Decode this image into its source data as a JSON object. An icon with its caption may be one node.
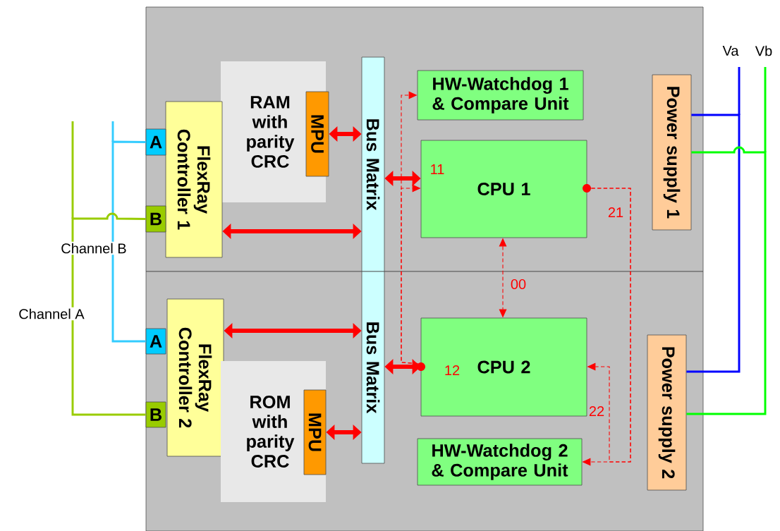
{
  "diagram": {
    "nodes": [
      {
        "text": [],
        "shape": "box"
      },
      {
        "text": [],
        "shape": "box"
      },
      {
        "text": [
          "RAM with parity CRC"
        ],
        "in": 0
      },
      {
        "text": [
          "MPU"
        ],
        "in": 2
      },
      {
        "text": [
          "Bus Matrix"
        ],
        "in": 0
      },
      {
        "text": [
          "FlexRay Controller 1"
        ],
        "in": 0
      },
      {
        "text": [
          "A"
        ],
        "in": 0
      },
      {
        "text": [
          "B"
        ],
        "in": 0
      },
      {
        "text": [
          "HW-Watchdog 1 & Compare Unit"
        ],
        "in": 0
      },
      {
        "text": [
          "CPU 1"
        ],
        "in": 0
      },
      {
        "text": [
          "Power supply 1"
        ],
        "in": 0
      },
      {
        "text": [
          "FlexRay Controller 2"
        ],
        "in": 1
      },
      {
        "text": [
          "A"
        ],
        "in": 1
      },
      {
        "text": [
          "B"
        ],
        "in": 1
      },
      {
        "text": [
          "Bus Matrix"
        ],
        "in": 1
      },
      {
        "text": [
          "ROM with parity CRC"
        ],
        "in": 1
      },
      {
        "text": [
          "MPU"
        ],
        "in": 15
      },
      {
        "text": [
          "CPU 2"
        ],
        "in": 1
      },
      {
        "text": [
          "HW-Watchdog 2 & Compare Unit"
        ],
        "in": 1
      },
      {
        "text": [
          "Power supply 2"
        ],
        "in": 1
      },
      {
        "text": [],
        "shape": "circle",
        "in": 1
      },
      {
        "text": [],
        "shape": "circle",
        "in": 0
      }
    ],
    "edges": [
      {
        "from": 3,
        "to": 4,
        "arrow": "both",
        "style": "thick"
      },
      {
        "from": 4,
        "to": 9,
        "arrow": "both",
        "style": "thick"
      },
      {
        "from": 5,
        "to": 4,
        "arrow": "both",
        "style": "thick"
      },
      {
        "from": 11,
        "to": 14,
        "arrow": "both",
        "style": "thick"
      },
      {
        "from": 14,
        "to": 17,
        "arrow": "both",
        "style": "thick"
      },
      {
        "from": 16,
        "to": 14,
        "arrow": "both",
        "style": "thick"
      },
      {
        "from": 20,
        "to": 9,
        "arrow": "to",
        "style": "dashed",
        "label": "11"
      },
      {
        "from": 20,
        "to": 8,
        "arrow": "to",
        "style": "dashed"
      },
      {
        "from": 9,
        "to": 17,
        "arrow": "both",
        "style": "dashed",
        "label": "00"
      },
      {
        "from": 21,
        "to": 18,
        "arrow": "to",
        "style": "dashed"
      },
      {
        "from": 21,
        "to": 17,
        "arrow": "to",
        "style": "dashed",
        "label": "22"
      },
      {
        "from": 6,
        "to": 12,
        "arrow": "none",
        "color": "#33ccff"
      },
      {
        "from": 7,
        "to": 13,
        "arrow": "none",
        "color": "#99cc00"
      },
      {
        "from": 10,
        "to": 19,
        "arrow": "none",
        "color": "#0000ff"
      },
      {
        "from": 10,
        "to": 19,
        "arrow": "none",
        "color": "#00ff00"
      }
    ],
    "labels": [
      "Va",
      "Vb",
      "Channel B",
      "21",
      "Channel A",
      "12"
    ]
  }
}
